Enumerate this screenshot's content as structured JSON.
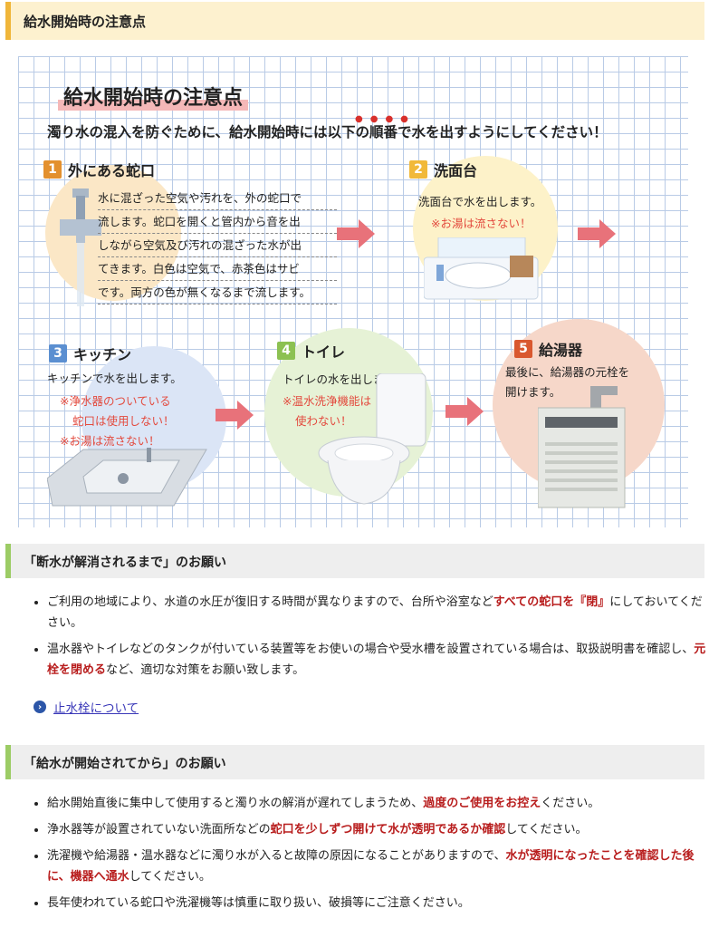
{
  "header": {
    "title": "給水開始時の注意点"
  },
  "panel": {
    "title": "給水開始時の注意点",
    "subtitle": "濁り水の混入を防ぐために、給水開始時には以下の順番で水を出すようにしてください！",
    "steps": [
      {
        "num": "1",
        "title": "外にある蛇口",
        "lines": [
          "水に混ざった空気や汚れを、外の蛇口で",
          "流します。蛇口を開くと管内から音を出",
          "しながら空気及び汚れの混ざった水が出",
          "てきます。白色は空気で、赤茶色はサビ",
          "です。両方の色が無くなるまで流します。"
        ]
      },
      {
        "num": "2",
        "title": "洗面台",
        "text": "洗面台で水を出します。",
        "note": "※お湯は流さない！"
      },
      {
        "num": "3",
        "title": "キッチン",
        "text": "キッチンで水を出します。",
        "notes": [
          "※浄水器のついている",
          "蛇口は使用しない！",
          "※お湯は流さない！"
        ]
      },
      {
        "num": "4",
        "title": "トイレ",
        "text": "トイレの水を出します。",
        "notes": [
          "※温水洗浄機能は",
          "使わない！"
        ]
      },
      {
        "num": "5",
        "title": "給湯器",
        "lines": [
          "最後に、給湯器の元栓を",
          "開けます。"
        ]
      }
    ]
  },
  "section1": {
    "title": "「断水が解消されるまで」のお願い",
    "items": [
      {
        "pre": "ご利用の地域により、水道の水圧が復旧する時間が異なりますので、台所や浴室など",
        "em": "すべての蛇口を『閉』",
        "post": "にしておいてください。"
      },
      {
        "pre": "温水器やトイレなどのタンクが付いている装置等をお使いの場合や受水槽を設置されている場合は、取扱説明書を確認し、",
        "em": "元栓を閉める",
        "post": "など、適切な対策をお願い致します。"
      }
    ],
    "link": "止水栓について"
  },
  "section2": {
    "title": "「給水が開始されてから」のお願い",
    "items": [
      {
        "pre": "給水開始直後に集中して使用すると濁り水の解消が遅れてしまうため、",
        "em": "過度のご使用をお控え",
        "post": "ください。"
      },
      {
        "pre": "浄水器等が設置されていない洗面所などの",
        "em": "蛇口を少しずつ開けて水が透明であるか確認",
        "post": "してください。"
      },
      {
        "pre": "洗濯機や給湯器・温水器などに濁り水が入ると故障の原因になることがありますので、",
        "em": "水が透明になったことを確認した後に、機器へ通水",
        "post": "してください。"
      },
      {
        "pre": "長年使われている蛇口や洗濯機等は慎重に取り扱い、破損等にご注意ください。",
        "em": "",
        "post": ""
      }
    ]
  },
  "colors": {
    "accent_red": "#b81d1d",
    "note_red": "#e34a3e",
    "arrow": "#e8727a",
    "grid": "#b9cbe6"
  }
}
